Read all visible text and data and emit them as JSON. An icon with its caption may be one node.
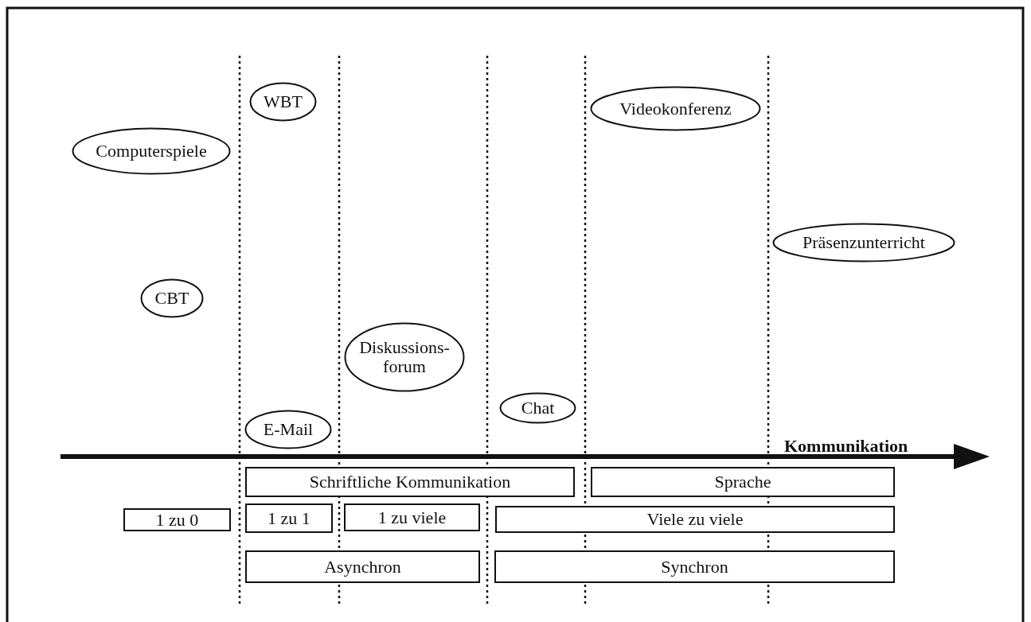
{
  "diagram": {
    "nodes": [
      {
        "text": [
          "Computerspiele"
        ]
      },
      {
        "text": [
          "WBT"
        ]
      },
      {
        "text": [
          "Videokonferenz"
        ]
      },
      {
        "text": [
          "Präsenzunterricht"
        ]
      },
      {
        "text": [
          "CBT"
        ]
      },
      {
        "text": [
          "Diskussions- forum"
        ]
      },
      {
        "text": [
          "Chat"
        ]
      },
      {
        "text": [
          "E-Mail"
        ]
      },
      {
        "text": [
          "Schriftliche Kommunikation"
        ]
      },
      {
        "text": [
          "Sprache"
        ]
      },
      {
        "text": [
          "1 zu 0"
        ]
      },
      {
        "text": [
          "1 zu 1"
        ]
      },
      {
        "text": [
          "1 zu viele"
        ]
      },
      {
        "text": [
          "Viele zu viele"
        ]
      },
      {
        "text": [
          "Asynchron"
        ]
      },
      {
        "text": [
          "Synchron"
        ]
      }
    ],
    "edges": [],
    "labels": [
      "Kommunikation"
    ]
  }
}
